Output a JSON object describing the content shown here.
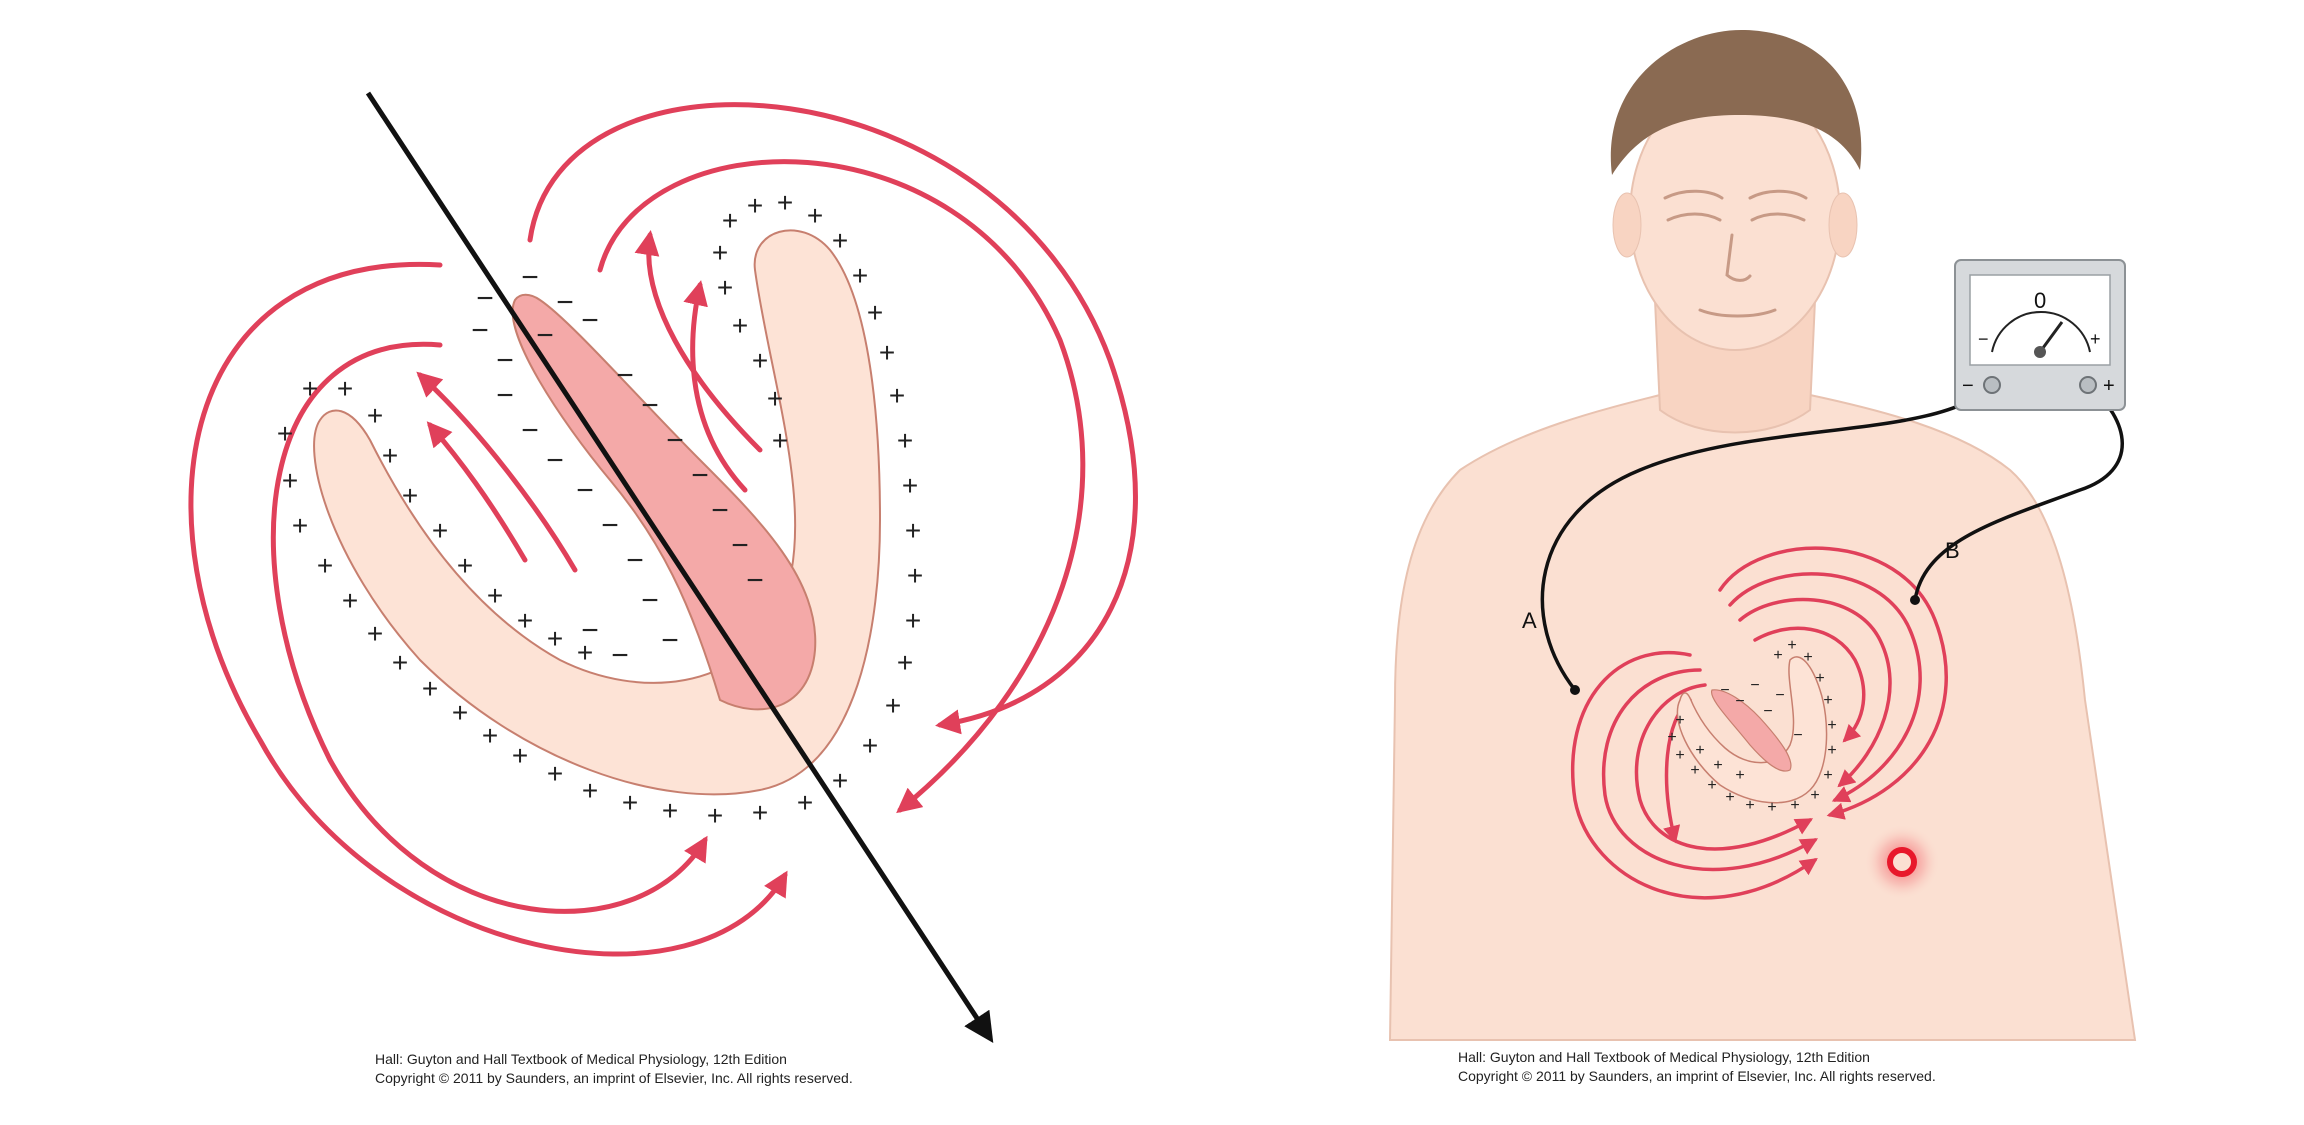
{
  "figure": {
    "left_panel": {
      "caption": {
        "line1": "Hall: Guyton and Hall Textbook of Medical Physiology, 12th Edition",
        "line2": "Copyright © 2011 by Saunders, an imprint of Elsevier, Inc. All rights reserved."
      }
    },
    "right_panel": {
      "electrode_a_label": "A",
      "electrode_b_label": "B",
      "meter_reading": "0",
      "meter_minus": "−",
      "meter_plus": "+",
      "caption": {
        "line1": "Hall: Guyton and Hall Textbook of Medical Physiology, 12th Edition",
        "line2": "Copyright © 2011 by Saunders, an imprint of Elsevier, Inc. All rights reserved."
      }
    },
    "colors": {
      "field_line": "#e0405a",
      "heart_tissue": "#fde3d6",
      "septum": "#f4a9a8",
      "skin": "#fbe0d2",
      "hair": "#8a6a52",
      "axis_arrow": "#111111",
      "meter_case": "#d6d9dc",
      "pulse_dot": "#e8182b"
    }
  }
}
